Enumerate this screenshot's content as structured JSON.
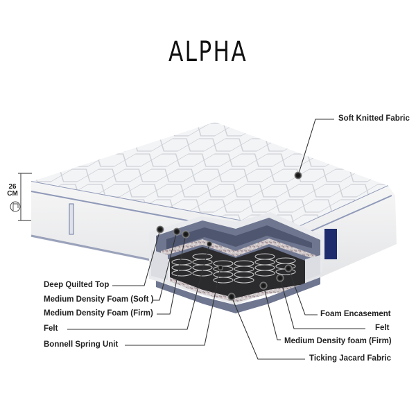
{
  "title": "ALPHA",
  "dimension": {
    "value": "26",
    "unit": "CM",
    "icon": "ruler-tape-icon"
  },
  "labels_left": [
    {
      "id": "deep-quilted-top",
      "text": "Deep Quilted Top"
    },
    {
      "id": "medium-density-foam-soft",
      "text": "Medium Density Foam (Soft )"
    },
    {
      "id": "medium-density-foam-firm-left",
      "text": "Medium Density Foam (Firm)"
    },
    {
      "id": "felt-left",
      "text": "Felt"
    },
    {
      "id": "bonnell-spring-unit",
      "text": "Bonnell Spring Unit"
    }
  ],
  "labels_right": [
    {
      "id": "soft-knitted-fabric",
      "text": "Soft Knitted Fabric"
    },
    {
      "id": "foam-encasement",
      "text": "Foam Encasement"
    },
    {
      "id": "felt-right",
      "text": "Felt"
    },
    {
      "id": "medium-density-foam-firm-right",
      "text": "Medium Density foam (Firm)"
    },
    {
      "id": "ticking-jacard-fabric",
      "text": "Ticking Jacard Fabric"
    }
  ],
  "colors": {
    "foam": "#6e7690",
    "foam_dark": "#4f5670",
    "fabric": "#f2f3f5",
    "piping": "#7a86a8",
    "callout": "#333333",
    "brand_tag": "#1e2c6e"
  }
}
